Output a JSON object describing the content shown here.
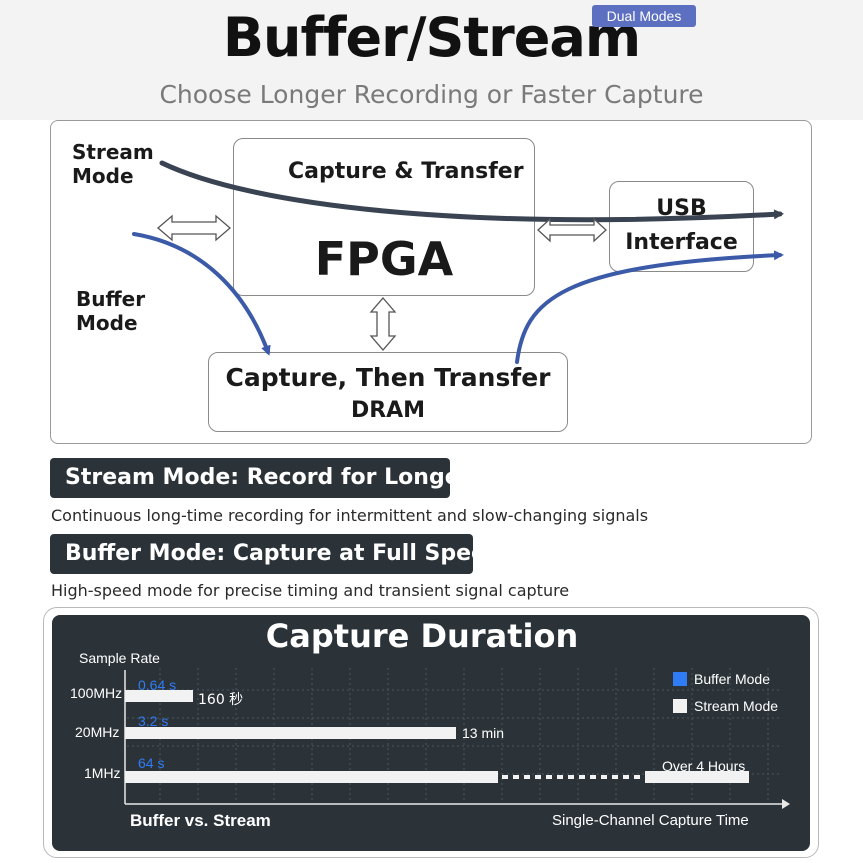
{
  "header": {
    "title": "Buffer/Stream",
    "badge": "Dual Modes",
    "subtitle": "Choose Longer Recording or Faster Capture"
  },
  "diagram": {
    "stream_mode_line1": "Stream",
    "stream_mode_line2": "Mode",
    "buffer_mode_line1": "Buffer",
    "buffer_mode_line2": "Mode",
    "fpga_caption": "Capture & Transfer",
    "fpga_label": "FPGA",
    "usb_line1": "USB",
    "usb_line2": "Interface",
    "dram_caption": "Capture, Then Transfer",
    "dram_label": "DRAM",
    "colors": {
      "stream_arrow": "#3a4352",
      "buffer_arrow": "#3b5aa8"
    }
  },
  "modes": {
    "stream_title": "Stream Mode: Record for Longer",
    "stream_desc": "Continuous long-time recording for intermittent and slow-changing signals",
    "buffer_title": "Buffer Mode: Capture at Full Speed",
    "buffer_desc": "High-speed mode for precise timing and transient signal capture"
  },
  "chart_data": {
    "type": "bar",
    "title": "Capture Duration",
    "ylabel": "Sample Rate",
    "xlabel": "Single-Channel Capture Time",
    "bottom_label": "Buffer vs. Stream",
    "categories": [
      "100MHz",
      "20MHz",
      "1MHz"
    ],
    "series": [
      {
        "name": "Buffer Mode",
        "labels": [
          "0.64 s",
          "3.2 s",
          "64 s"
        ],
        "color": "#2f7cf6"
      },
      {
        "name": "Stream Mode",
        "labels": [
          "160 秒",
          "13 min",
          "Over 4 Hours"
        ],
        "color": "#f2f2f2"
      }
    ],
    "grid": true,
    "legend": "top-right"
  }
}
